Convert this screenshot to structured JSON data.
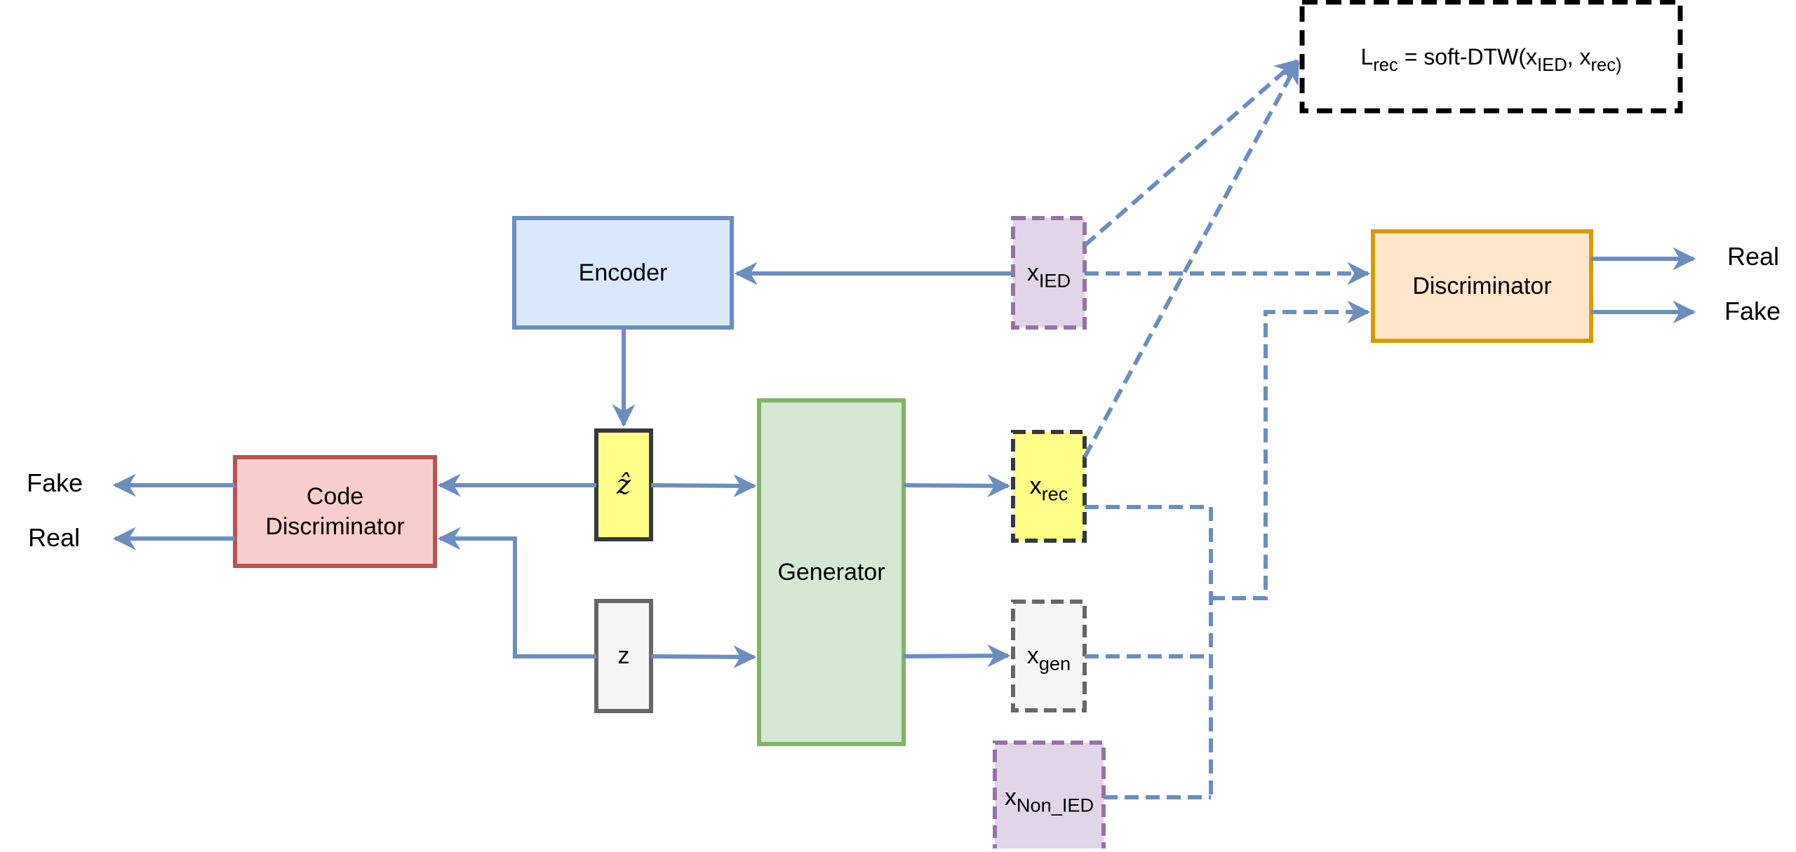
{
  "colors": {
    "arrow": "#6C8EBF",
    "encoder_fill": "#DAE8FC",
    "encoder_stroke": "#6C8EBF",
    "generator_fill": "#D5E8D4",
    "generator_stroke": "#82B366",
    "discriminator_fill": "#FFE6CC",
    "discriminator_stroke": "#D79B00",
    "code_disc_fill": "#F8CECC",
    "code_disc_stroke": "#B85450",
    "latent_fill": "#FFFF88",
    "latent_stroke": "#36393D",
    "z_fill": "#F5F5F5",
    "z_stroke": "#666666",
    "ied_fill": "#E1D5E7",
    "ied_stroke": "#9673A6",
    "loss_stroke": "#000000"
  },
  "nodes": {
    "encoder": "Encoder",
    "generator": "Generator",
    "discriminator": "Discriminator",
    "code_discriminator": {
      "line1": "Code",
      "line2": "Discriminator"
    },
    "z_hat": "ẑ",
    "z": "z",
    "x_ied": {
      "base": "x",
      "sub": "IED"
    },
    "x_rec": {
      "base": "x",
      "sub": "rec"
    },
    "x_gen": {
      "base": "x",
      "sub": "gen"
    },
    "x_non_ied": {
      "base": "x",
      "sub": "Non_IED"
    }
  },
  "loss": {
    "l": "L",
    "l_sub": "rec",
    "middle": " = soft-DTW(x",
    "x1_sub": "IED",
    "comma": ", x",
    "x2_sub": "rec)"
  },
  "outputs": {
    "discriminator": [
      "Real",
      "Fake"
    ],
    "code_discriminator": [
      "Fake",
      "Real"
    ]
  }
}
